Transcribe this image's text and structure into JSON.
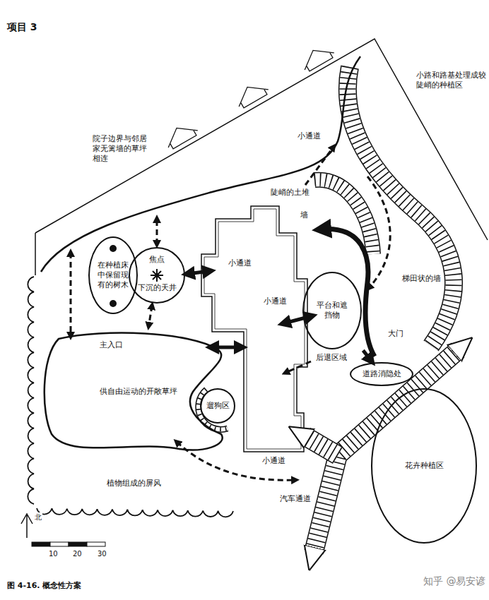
{
  "diagram": {
    "title": "项目 3",
    "caption": "图 4-16. 概念性方案",
    "nodes": [
      {
        "text": [
          "在种植床中保留现有的树木"
        ]
      },
      {
        "text": [
          "焦点",
          "下沉的天井"
        ]
      },
      {
        "text": [
          "供自由运动的开敞草坪"
        ]
      },
      {
        "text": [
          "遛狗区"
        ]
      },
      {
        "text": [
          "平台和遮挡物"
        ]
      },
      {
        "text": [
          "道路消隐处"
        ]
      },
      {
        "text": [
          "花卉种植区"
        ]
      }
    ],
    "edges": [
      {
        "from": 1,
        "to": 2,
        "arrow": "both"
      },
      {
        "from": 4,
        "to": 5,
        "arrow": "to"
      }
    ],
    "labels": [
      "院子边界与邻居家无篱墙的草坪相连",
      "小路和路基处理成较陡峭的种植区",
      "小通道",
      "陡峭的土堆",
      "墙",
      "小通道",
      "主入口",
      "小通道",
      "后退区域",
      "梯田状的墙",
      "大门",
      "汽车通道",
      "小通道",
      "植物组成的屏风",
      "北",
      "10",
      "20",
      "30",
      "知乎 @易安谚"
    ]
  }
}
